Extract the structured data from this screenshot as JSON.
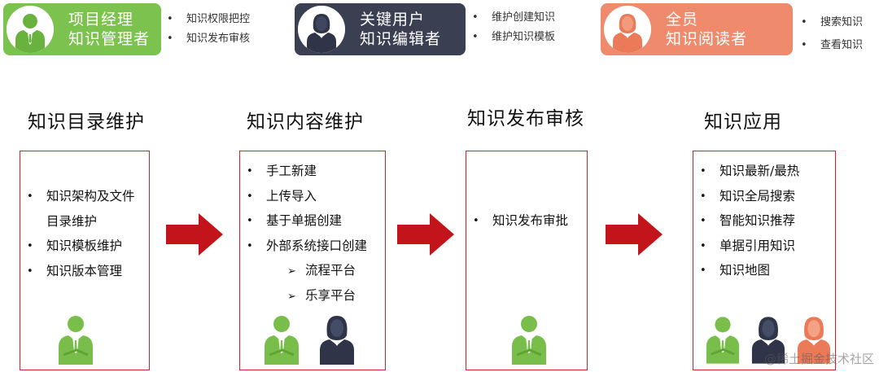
{
  "colors": {
    "manager": "#7cc24e",
    "keyuser": "#3a3f52",
    "everyone": "#ef8b6c",
    "box_border": "#d4202a",
    "arrow": "#c4141b"
  },
  "roles": [
    {
      "line1": "项目经理",
      "line2": "知识管理者",
      "icon": "male-user-icon",
      "duties": [
        "知识权限把控",
        "知识发布审核"
      ]
    },
    {
      "line1": "关键用户",
      "line2": "知识编辑者",
      "icon": "female-user-icon",
      "duties": [
        "维护创建知识",
        "维护知识模板"
      ]
    },
    {
      "line1": "全员",
      "line2": "知识阅读者",
      "icon": "female-user-icon",
      "duties": [
        "搜索知识",
        "查看知识"
      ]
    }
  ],
  "stages": [
    {
      "title": "知识目录维护",
      "items": [
        "知识架构及文件",
        "目录维护",
        "知识模板维护",
        "知识版本管理"
      ]
    },
    {
      "title": "知识内容维护",
      "items": [
        "手工新建",
        "上传导入",
        "基于单据创建",
        "外部系统接口创建"
      ],
      "subitems": [
        "流程平台",
        "乐享平台"
      ]
    },
    {
      "title": "知识发布审核",
      "items": [
        "知识发布审批"
      ]
    },
    {
      "title": "知识应用",
      "items": [
        "知识最新/最热",
        "知识全局搜索",
        "智能知识推荐",
        "单据引用知识",
        "知识地图"
      ]
    }
  ],
  "watermark": "@稀土掘金技术社区"
}
